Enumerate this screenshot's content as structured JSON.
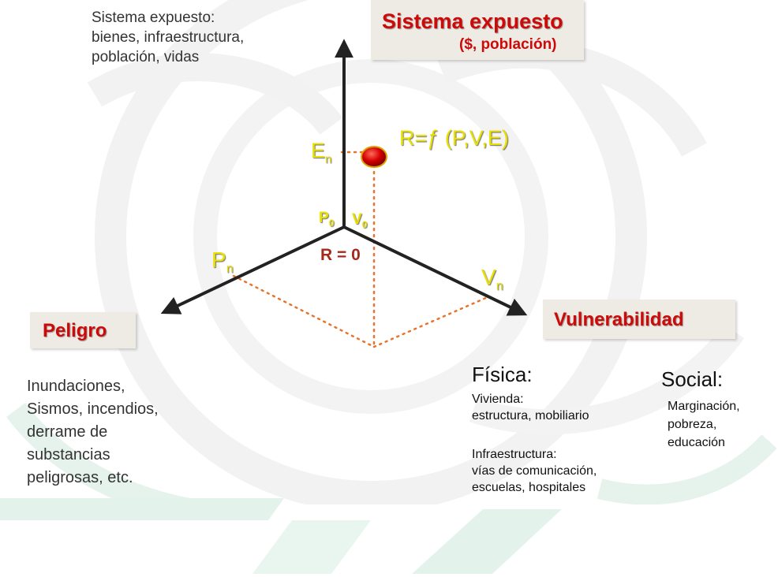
{
  "top_left_text": [
    "Sistema expuesto:",
    "bienes, infraestructura,",
    "población, vidas"
  ],
  "exposure_box": {
    "title": "Sistema expuesto",
    "subtitle": "($, población)"
  },
  "hazard_box": {
    "title": "Peligro"
  },
  "vulnerability_box": {
    "title": "Vulnerabilidad"
  },
  "labels": {
    "e_main": "E",
    "e_sub": "n",
    "p0_main": "P",
    "p0_sub": "0",
    "v0_main": "V",
    "v0_sub": "0",
    "pn_main": "P",
    "pn_sub": "n",
    "vn_main": "V",
    "vn_sub": "n",
    "risk_origin": "R = 0",
    "risk_function": "R=ƒ (P,V,E)"
  },
  "hazard_examples": [
    "Inundaciones,",
    "Sismos, incendios,",
    "derrame de",
    "substancias",
    "peligrosas, etc."
  ],
  "physical": {
    "heading": "Física:",
    "housing_title": "Vivienda:",
    "housing_text": "estructura, mobiliario",
    "infra_title": "Infraestructura:",
    "infra_lines": [
      "vías de comunicación,",
      "escuelas, hospitales"
    ]
  },
  "social": {
    "heading": "Social:",
    "lines": [
      "Marginación,",
      "pobreza,",
      "educación"
    ]
  },
  "colors": {
    "axis": "#222222",
    "dotted": "#e8742a",
    "red_title": "#cc0a0a",
    "yellow_label": "#e9e000",
    "box_bg": "#eeebe4",
    "watermark": "#e7f2ec",
    "point": "#d40000"
  }
}
